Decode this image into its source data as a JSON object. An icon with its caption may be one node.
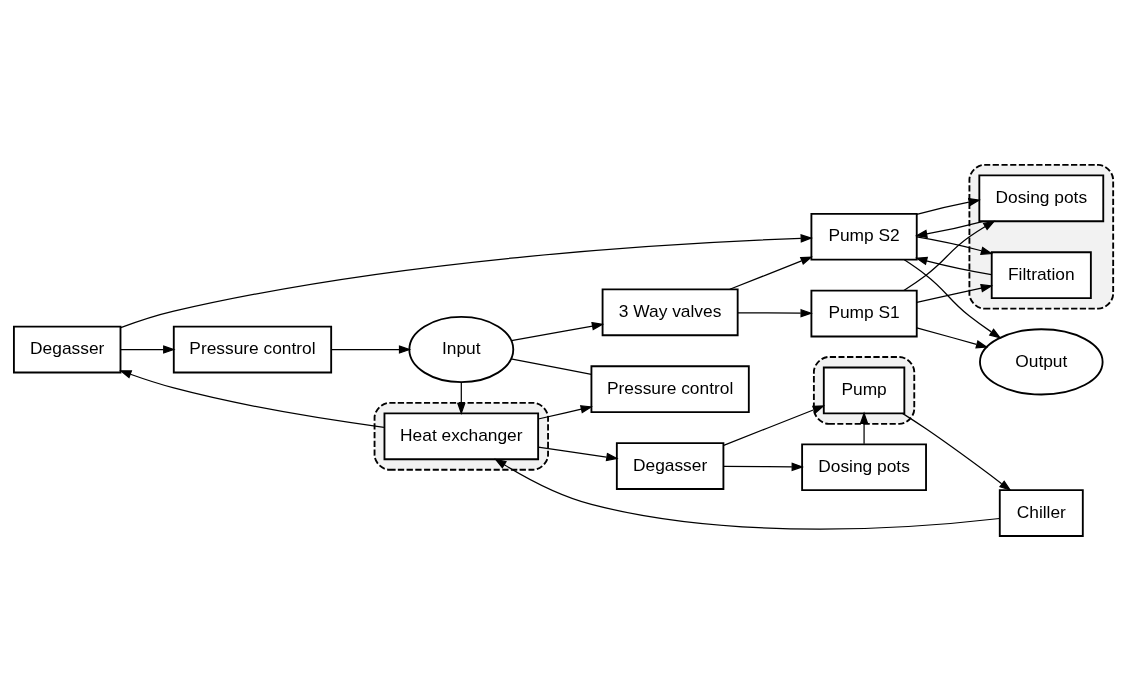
{
  "diagram": {
    "nodes": [
      {
        "text": [
          "Input"
        ]
      },
      {
        "text": [
          "Output"
        ]
      },
      {
        "text": [
          "Pump S1"
        ]
      },
      {
        "text": [
          "3 Way valves"
        ]
      },
      {
        "text": [
          "Pressure control"
        ]
      },
      {
        "text": [
          "Dosing pots"
        ]
      },
      {
        "text": [
          "Pump S2"
        ]
      },
      {
        "text": [
          "Degasser"
        ]
      },
      {
        "text": [],
        "shape": "box"
      },
      {
        "text": [
          "Pump"
        ],
        "in": 8
      },
      {
        "text": [
          "Pressure control"
        ]
      },
      {
        "text": [],
        "shape": "box"
      },
      {
        "text": [
          "Heat exchanger"
        ],
        "in": 11
      },
      {
        "text": [],
        "shape": "box"
      },
      {
        "text": [
          "Dosing pots"
        ],
        "in": 13
      },
      {
        "text": [
          "Filtration"
        ],
        "in": 13
      },
      {
        "text": [
          "Chiller"
        ]
      },
      {
        "text": [
          "Degasser"
        ]
      }
    ],
    "edges": [
      {
        "from": 0,
        "to": 3,
        "arrow": "to"
      },
      {
        "from": 0,
        "to": 12,
        "arrow": "to"
      },
      {
        "from": 0,
        "to": 4,
        "arrow": "none"
      },
      {
        "from": 10,
        "to": 0,
        "arrow": "to"
      },
      {
        "from": 3,
        "to": 2,
        "arrow": "to"
      },
      {
        "from": 3,
        "to": 6,
        "arrow": "to"
      },
      {
        "from": 17,
        "to": 6,
        "arrow": "to"
      },
      {
        "from": 14,
        "to": 6,
        "arrow": "to"
      },
      {
        "from": 15,
        "to": 6,
        "arrow": "to"
      },
      {
        "from": 2,
        "to": 1,
        "arrow": "to"
      },
      {
        "from": 6,
        "to": 1,
        "arrow": "to"
      },
      {
        "from": 2,
        "to": 14,
        "arrow": "to"
      },
      {
        "from": 2,
        "to": 15,
        "arrow": "to"
      },
      {
        "from": 6,
        "to": 14,
        "arrow": "to"
      },
      {
        "from": 6,
        "to": 15,
        "arrow": "to"
      },
      {
        "from": 17,
        "to": 10,
        "arrow": "to"
      },
      {
        "from": 12,
        "to": 17,
        "arrow": "to"
      },
      {
        "from": 12,
        "to": 7,
        "arrow": "to"
      },
      {
        "from": 12,
        "to": 4,
        "arrow": "to"
      },
      {
        "from": 7,
        "to": 5,
        "arrow": "to"
      },
      {
        "from": 7,
        "to": 9,
        "arrow": "to"
      },
      {
        "from": 5,
        "to": 9,
        "arrow": "to"
      },
      {
        "from": 9,
        "to": 16,
        "arrow": "to"
      },
      {
        "from": 16,
        "to": 12,
        "arrow": "to"
      }
    ]
  }
}
